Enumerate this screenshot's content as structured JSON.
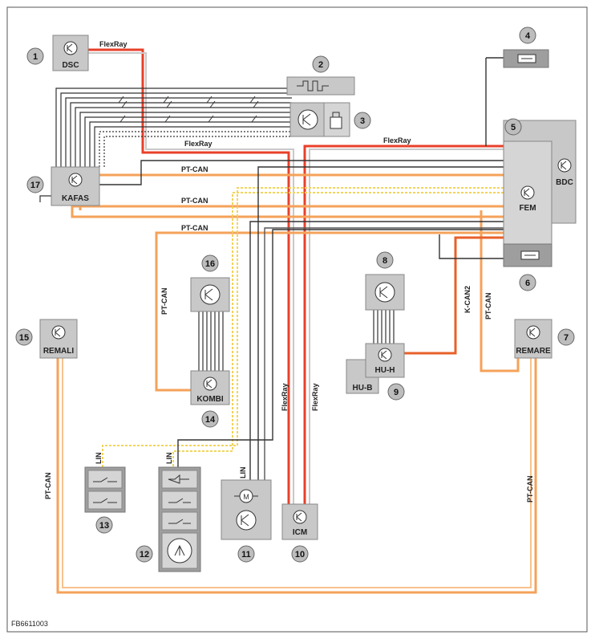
{
  "diagram": {
    "footer_code": "FB6611003",
    "modules": {
      "dsc": "DSC",
      "kafas": "KAFAS",
      "bdc": "BDC",
      "fem": "FEM",
      "remali": "REMALI",
      "remare": "REMARE",
      "kombi": "KOMBI",
      "hu_h": "HU-H",
      "hu_b": "HU-B",
      "icm": "ICM"
    },
    "numbers": [
      "1",
      "2",
      "3",
      "4",
      "5",
      "6",
      "7",
      "8",
      "9",
      "10",
      "11",
      "12",
      "13",
      "14",
      "15",
      "16",
      "17"
    ],
    "bus_labels": {
      "flexray_top": "FlexRay",
      "flexray_mid_left": "FlexRay",
      "flexray_mid_right": "FlexRay",
      "ptcan_1": "PT-CAN",
      "ptcan_2": "PT-CAN",
      "ptcan_3": "PT-CAN",
      "ptcan_kombi": "PT-CAN",
      "ptcan_left": "PT-CAN",
      "ptcan_right": "PT-CAN",
      "ptcan_remare": "PT-CAN",
      "kcan2": "K-CAN2",
      "flexray_v1": "FlexRay",
      "flexray_v2": "FlexRay",
      "lin_1": "LIN",
      "lin_2": "LIN",
      "lin_3": "LIN"
    },
    "colors": {
      "flexray": "#e8402a",
      "ptcan": "#f4a25a",
      "kcan": "#e8602a",
      "lin": "#f2d45c",
      "signal": "#333333",
      "module_fill": "#c8c8c8",
      "badge_fill": "#bdbdbd"
    }
  }
}
